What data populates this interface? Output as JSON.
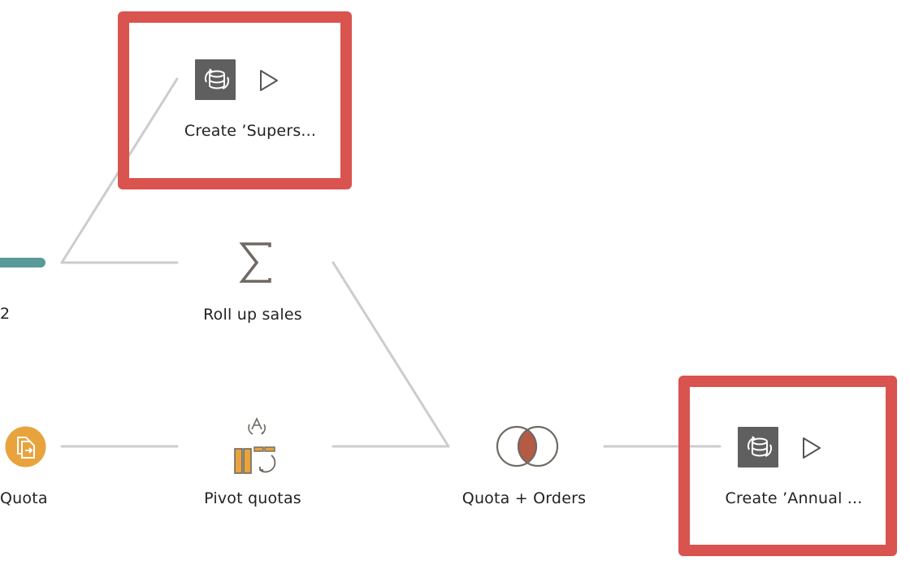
{
  "flow": {
    "nodes": {
      "output_superstore": {
        "label": "Create ’Supers...",
        "icon": "database-output-icon",
        "action": "play-icon"
      },
      "rollup": {
        "label": "Roll up sales",
        "icon": "sigma-aggregate-icon"
      },
      "left_fragment": {
        "label": "2"
      },
      "quota_input": {
        "label": "Quota",
        "icon": "file-input-icon"
      },
      "pivot": {
        "label": "Pivot quotas",
        "icon": "pivot-icon"
      },
      "join": {
        "label": "Quota + Orders",
        "icon": "venn-join-icon"
      },
      "output_annual": {
        "label": "Create ’Annual ...",
        "icon": "database-output-icon",
        "action": "play-icon"
      }
    }
  },
  "colors": {
    "highlight": "#d9534f",
    "line": "#cccccc",
    "teal": "#5b9a9a",
    "orange": "#e8a33d",
    "join_fill": "#b55a45",
    "output_icon_bg": "#5f5f5f"
  }
}
